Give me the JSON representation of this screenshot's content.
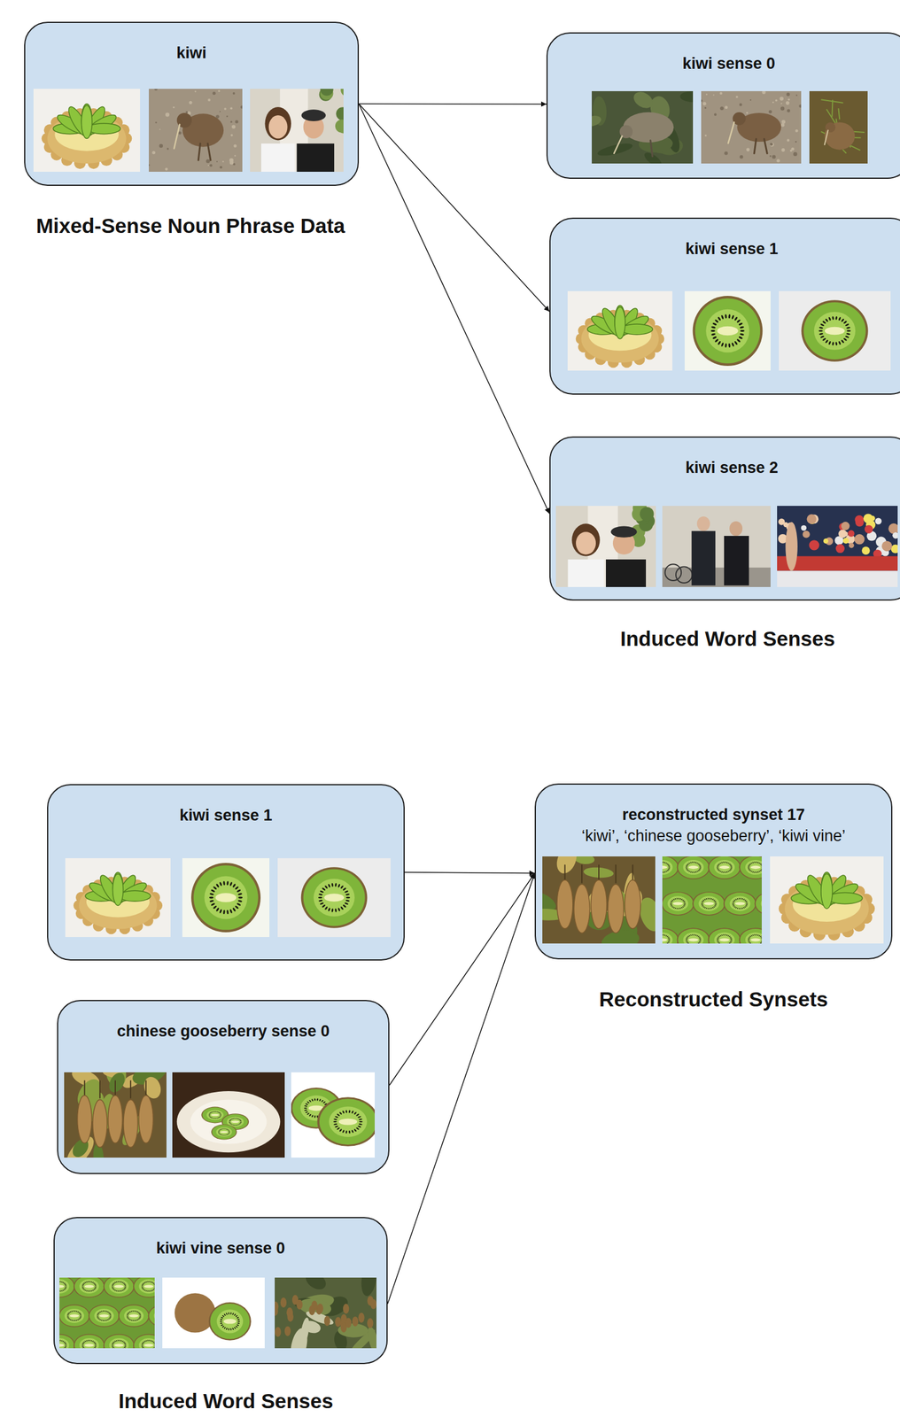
{
  "diagram": {
    "nodes": [
      {
        "text": [
          "kiwi"
        ]
      },
      {
        "text": [
          "kiwi sense 0"
        ]
      },
      {
        "text": [
          "kiwi sense 1"
        ]
      },
      {
        "text": [
          "kiwi sense 2"
        ]
      },
      {
        "text": [
          "kiwi sense 1"
        ]
      },
      {
        "text": [
          "chinese gooseberry sense 0"
        ]
      },
      {
        "text": [
          "kiwi vine sense 0"
        ]
      },
      {
        "text": [
          "reconstructed synset 17",
          "‘kiwi’, ‘chinese gooseberry’, ‘kiwi vine’"
        ]
      }
    ],
    "edges": [
      {
        "from": 0,
        "to": 1,
        "arrow": "to"
      },
      {
        "from": 0,
        "to": 2,
        "arrow": "to"
      },
      {
        "from": 0,
        "to": 3,
        "arrow": "to"
      },
      {
        "from": 4,
        "to": 7,
        "arrow": "to"
      },
      {
        "from": 5,
        "to": 7,
        "arrow": "to"
      },
      {
        "from": 6,
        "to": 7,
        "arrow": "to"
      }
    ],
    "labels": [
      "Mixed-Sense Noun Phrase Data",
      "Induced Word Senses",
      "Reconstructed Synsets",
      "Induced Word Senses"
    ]
  }
}
